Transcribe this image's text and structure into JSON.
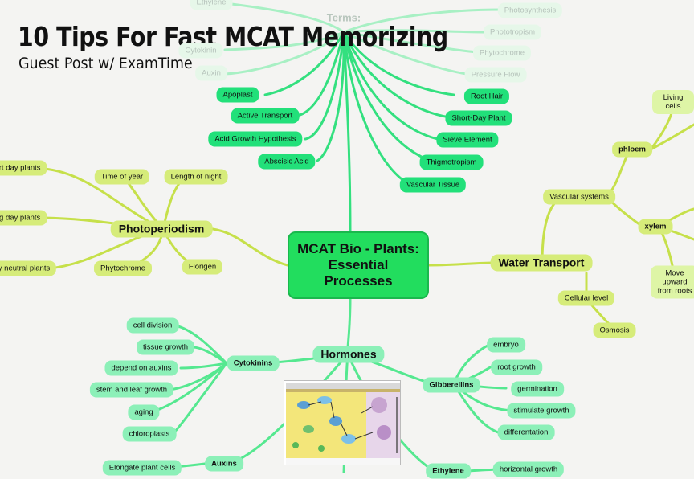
{
  "headline": {
    "title": "10 Tips For Fast MCAT Memorizing",
    "subtitle": "Guest Post w/ ExamTime"
  },
  "mindmap": {
    "central": "MCAT Bio - Plants: Essential Processes",
    "terms": {
      "label": "Terms:",
      "faded_items": [
        "Ethylene",
        "Cytokinin",
        "Auxin",
        "Photosynthesis",
        "Phototropism",
        "Phytochrome",
        "Pressure Flow"
      ],
      "left_items": [
        "Apoplast",
        "Active Transport",
        "Acid Growth Hypothesis",
        "Abscisic Acid"
      ],
      "right_items": [
        "Root Hair",
        "Short-Day Plant",
        "Sieve Element",
        "Thigmotropism",
        "Vascular Tissue"
      ]
    },
    "photoperiodism": {
      "label": "Photoperiodism",
      "children": [
        "Time of year",
        "Length of night",
        "Phytochrome",
        "Florigen"
      ],
      "cut_items": [
        "ort day plants",
        "ng day plants",
        "y neutral plants"
      ]
    },
    "water_transport": {
      "label": "Water Transport",
      "vascular": "Vascular systems",
      "phloem": "phloem",
      "living_cells": "Living cells",
      "xylem": "xylem",
      "move_upward": "Move upward from roots",
      "cellular_level": "Cellular level",
      "osmosis": "Osmosis"
    },
    "hormones": {
      "label": "Hormones",
      "cytokinins": {
        "label": "Cytokinins",
        "children": [
          "cell division",
          "tissue growth",
          "depend on auxins",
          "stem and leaf growth",
          "aging",
          "chloroplasts"
        ]
      },
      "gibberellins": {
        "label": "Gibberellins",
        "children": [
          "embryo",
          "root growth",
          "germination",
          "stimulate growth",
          "differentation"
        ]
      },
      "auxins": {
        "label": "Auxins",
        "children": [
          "Elongate plant cells"
        ]
      },
      "ethylene": {
        "label": "Ethylene",
        "children": [
          "horizontal growth"
        ]
      }
    }
  },
  "colors": {
    "background": "#f4f4f2",
    "central": "#22dd5e",
    "lime_branch": "#c8e04a",
    "green_branch": "#22dd77",
    "mint_branch": "#66ee99"
  }
}
